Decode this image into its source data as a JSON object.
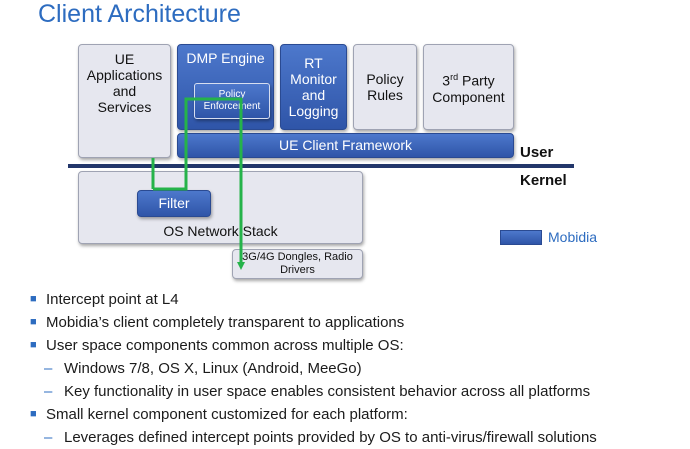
{
  "title": "Client Architecture",
  "layers": {
    "user": "User",
    "kernel": "Kernel"
  },
  "boxes": {
    "ue_apps": "UE Applications and Services",
    "dmp_engine": "DMP Engine",
    "policy_enforcement": "Policy Enforcement",
    "rt_monitor": "RT Monitor and Logging",
    "policy_rules": "Policy Rules",
    "third_party": {
      "prefix": "3",
      "sup": "rd",
      "rest": " Party Component"
    },
    "framework": "UE Client Framework",
    "filter": "Filter",
    "os_stack": "OS Network Stack",
    "dongles": "3G/4G Dongles, Radio Drivers"
  },
  "legend": {
    "label": "Mobidia",
    "color": "#3a63b8"
  },
  "colors": {
    "accent_blue": "#2d6cc0",
    "flow_green": "#25b34a",
    "separator": "#22366a"
  },
  "bullets": [
    {
      "level": 1,
      "text": "Intercept point at L4"
    },
    {
      "level": 1,
      "text": "Mobidia’s client completely transparent to applications"
    },
    {
      "level": 1,
      "text": "User space components common across multiple OS:"
    },
    {
      "level": 2,
      "text": "Windows 7/8, OS X, Linux (Android, MeeGo)"
    },
    {
      "level": 2,
      "text": "Key functionality in user space enables consistent behavior across all platforms"
    },
    {
      "level": 1,
      "text": "Small kernel component customized for each platform:"
    },
    {
      "level": 2,
      "text": "Leverages defined intercept points provided by OS to anti-virus/firewall solutions"
    }
  ]
}
